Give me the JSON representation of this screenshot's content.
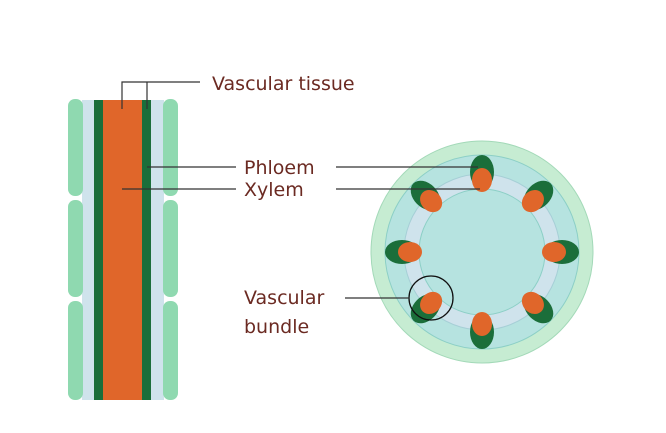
{
  "labels": {
    "vascular_tissue": "Vascular tissue",
    "phloem": "Phloem",
    "xylem": "Xylem",
    "vascular_bundle_line1": "Vascular",
    "vascular_bundle_line2": "bundle"
  },
  "colors": {
    "label_text": "#6b2a22",
    "leader_line": "#333333",
    "cortex_cell": "#8fd9b0",
    "pith": "#b6e3e0",
    "epidermis_ring": "#c6ecd2",
    "pale_blue_layer": "#cfe3ec",
    "phloem": "#1b6e3a",
    "xylem": "#e0662a"
  },
  "vascular_bundle_count": 8
}
